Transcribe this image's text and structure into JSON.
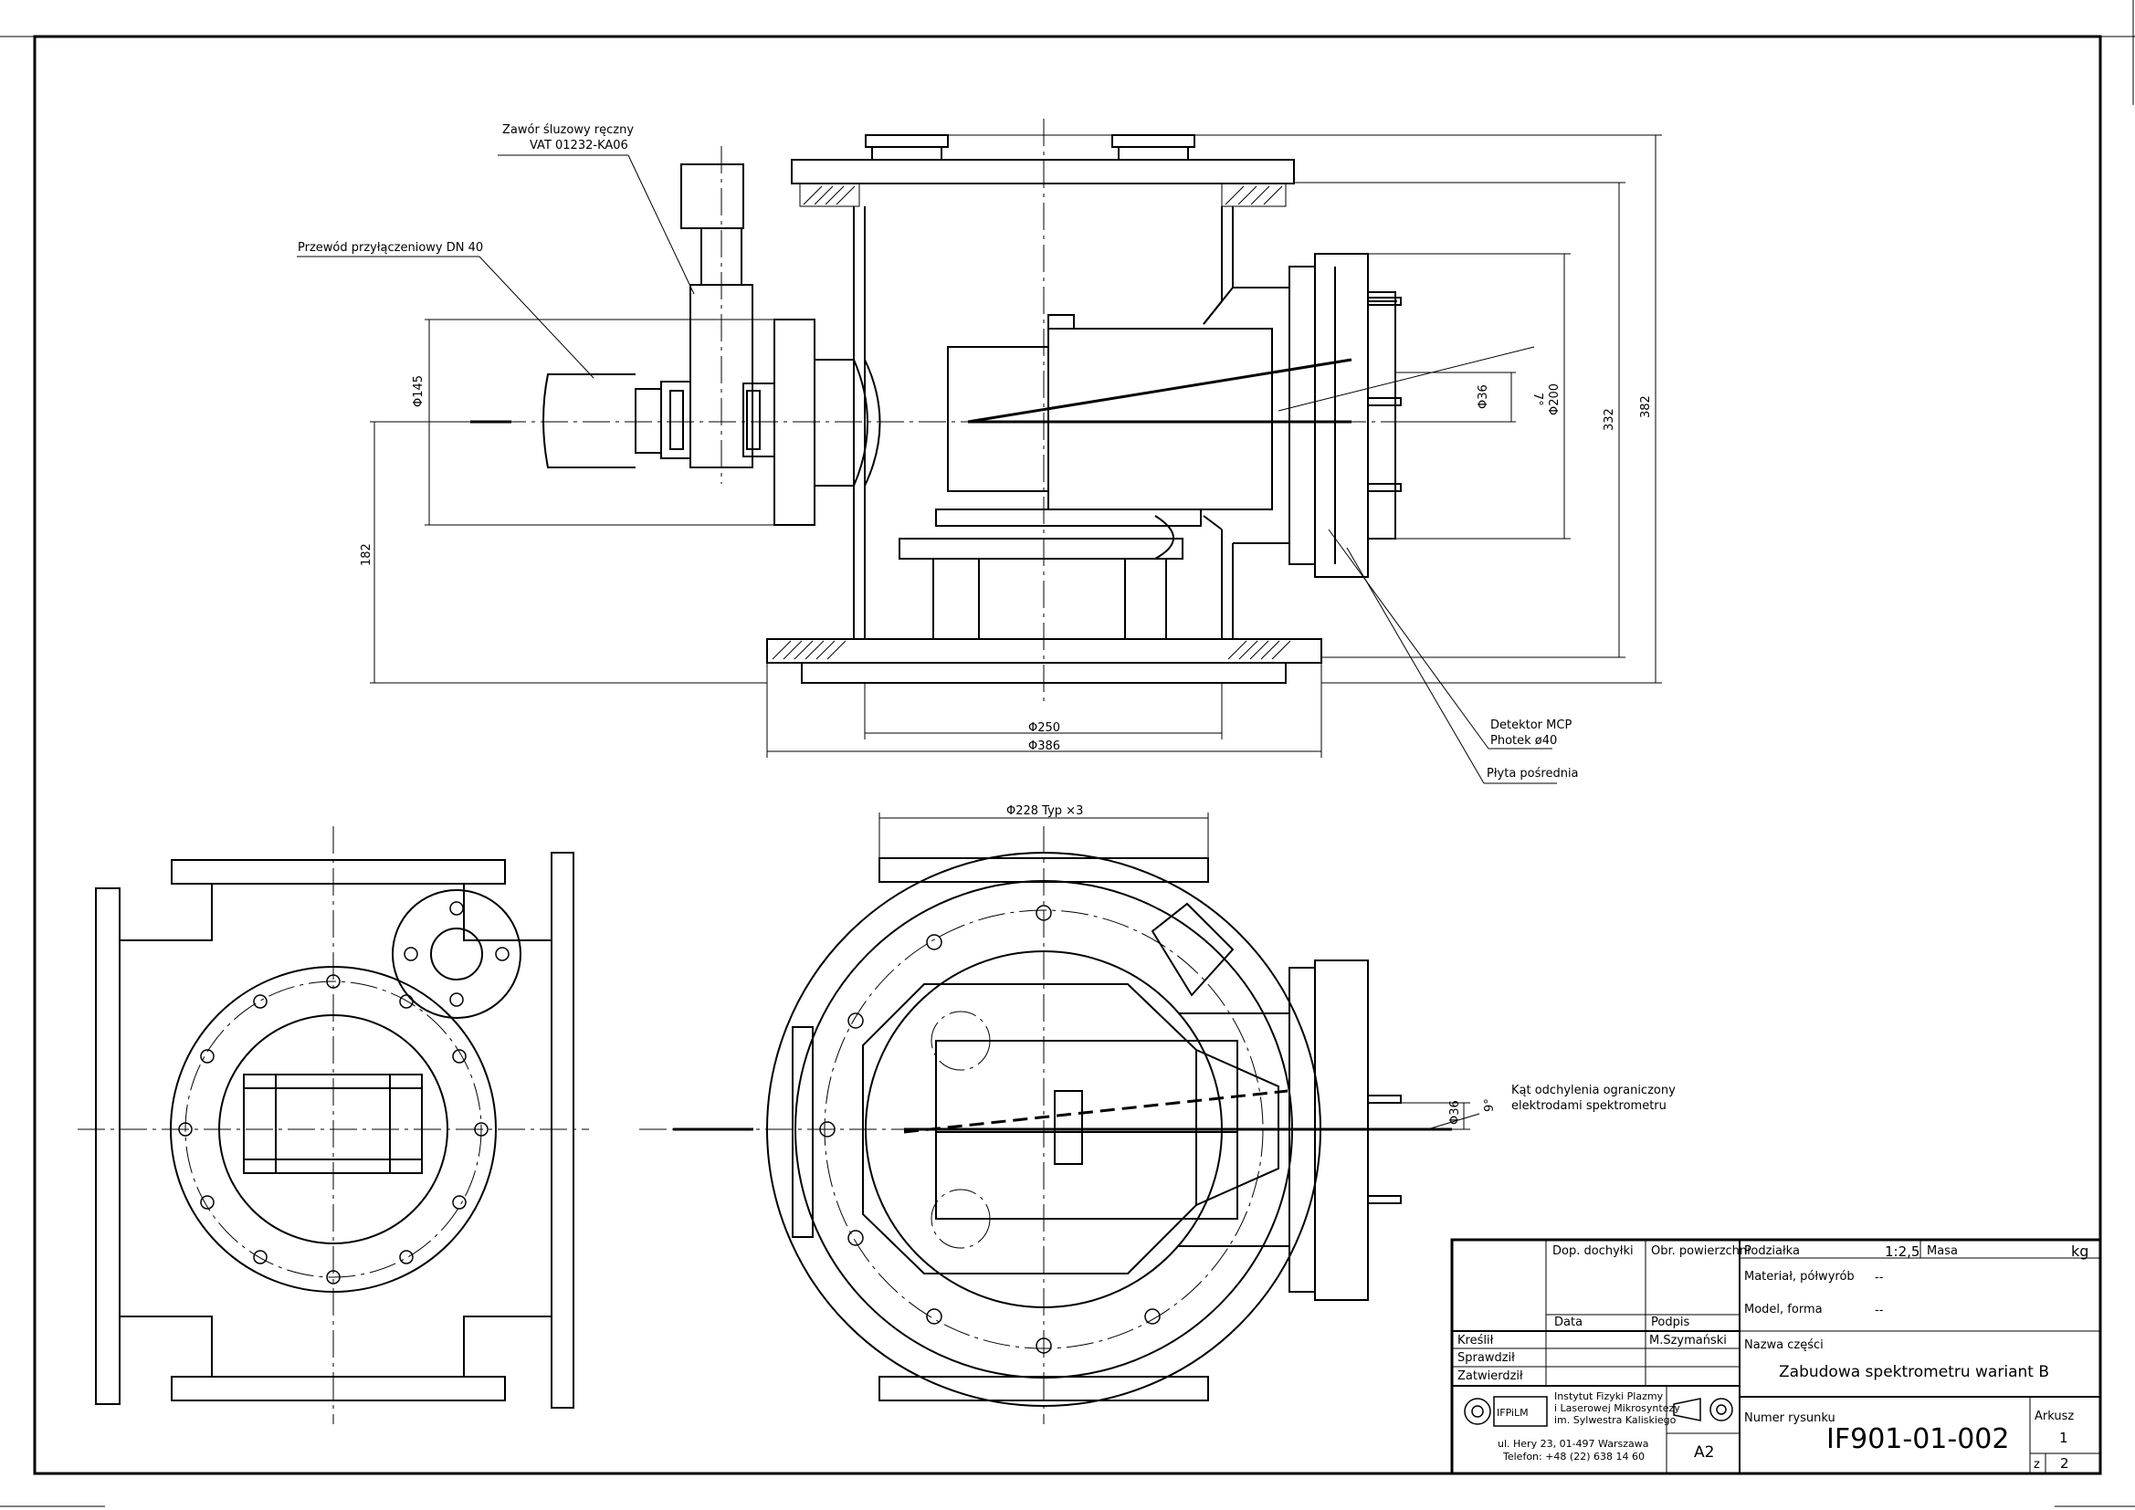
{
  "callouts": {
    "valve_line1": "Zawór śluzowy ręczny",
    "valve_line2": "VAT 01232-KA06",
    "pipe": "Przewód przyłączeniowy DN 40",
    "detector_line1": "Detektor MCP",
    "detector_line2": "Photek ø40",
    "plate": "Płyta pośrednia",
    "angle_line1": "Kąt odchylenia ograniczony",
    "angle_line2": "elektrodami spektrometru"
  },
  "dimensions": {
    "d145": "Φ145",
    "d182": "182",
    "d36_top": "Φ36",
    "d7": "7°",
    "d200": "Φ200",
    "d332": "332",
    "d382": "382",
    "d250": "Φ250",
    "d386": "Φ386",
    "d228": "Φ228 Typ ×3",
    "d36_bottom": "Φ36",
    "d9": "9°"
  },
  "title_block": {
    "dop_dochylki": "Dop. dochyłki",
    "obr_powierzchni": "Obr. powierzchni",
    "data": "Data",
    "podpis": "Podpis",
    "kreslil": "Kreślił",
    "sprawdzil": "Sprawdził",
    "zatwierdzil": "Zatwierdził",
    "drafter": "M.Szymański",
    "institute_line1": "Instytut Fizyki Plazmy",
    "institute_line2": "i Laserowej Mikrosyntezy",
    "institute_line3": "im. Sylwestra Kaliskiego",
    "address_line1": "ul. Hery 23, 01-497 Warszawa",
    "address_line2": "Telefon: +48 (22) 638 14 60",
    "logo_text": "IFPiLM",
    "format": "A2",
    "podzialka_label": "Podziałka",
    "podzialka_value": "1:2,5",
    "masa_label": "Masa",
    "masa_unit": "kg",
    "material_label": "Materiał, półwyrób",
    "material_value": "--",
    "model_label": "Model, forma",
    "model_value": "--",
    "part_name_label": "Nazwa części",
    "part_name": "Zabudowa spektrometru wariant B",
    "drawing_number_label": "Numer rysunku",
    "drawing_number": "IF901-01-002",
    "arkusz_label": "Arkusz",
    "arkusz_value": "1",
    "z_label": "z",
    "z_value": "2"
  }
}
